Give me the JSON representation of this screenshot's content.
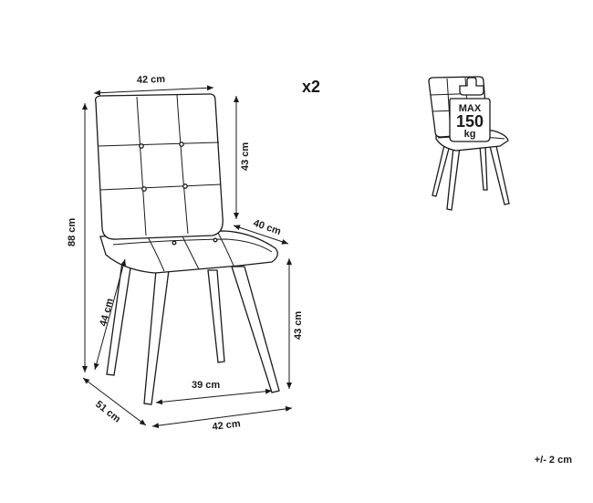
{
  "quantity": "x2",
  "tolerance": "+/- 2 cm",
  "dimensions": {
    "back_width": "42 cm",
    "back_height": "43 cm",
    "seat_depth": "40 cm",
    "total_height": "88 cm",
    "leg_height_front": "44 cm",
    "seat_height": "43 cm",
    "leg_spread": "39 cm",
    "base_depth": "51 cm",
    "base_width": "42 cm"
  },
  "weight_badge": {
    "top": "MAX",
    "value": "150",
    "unit": "kg"
  }
}
